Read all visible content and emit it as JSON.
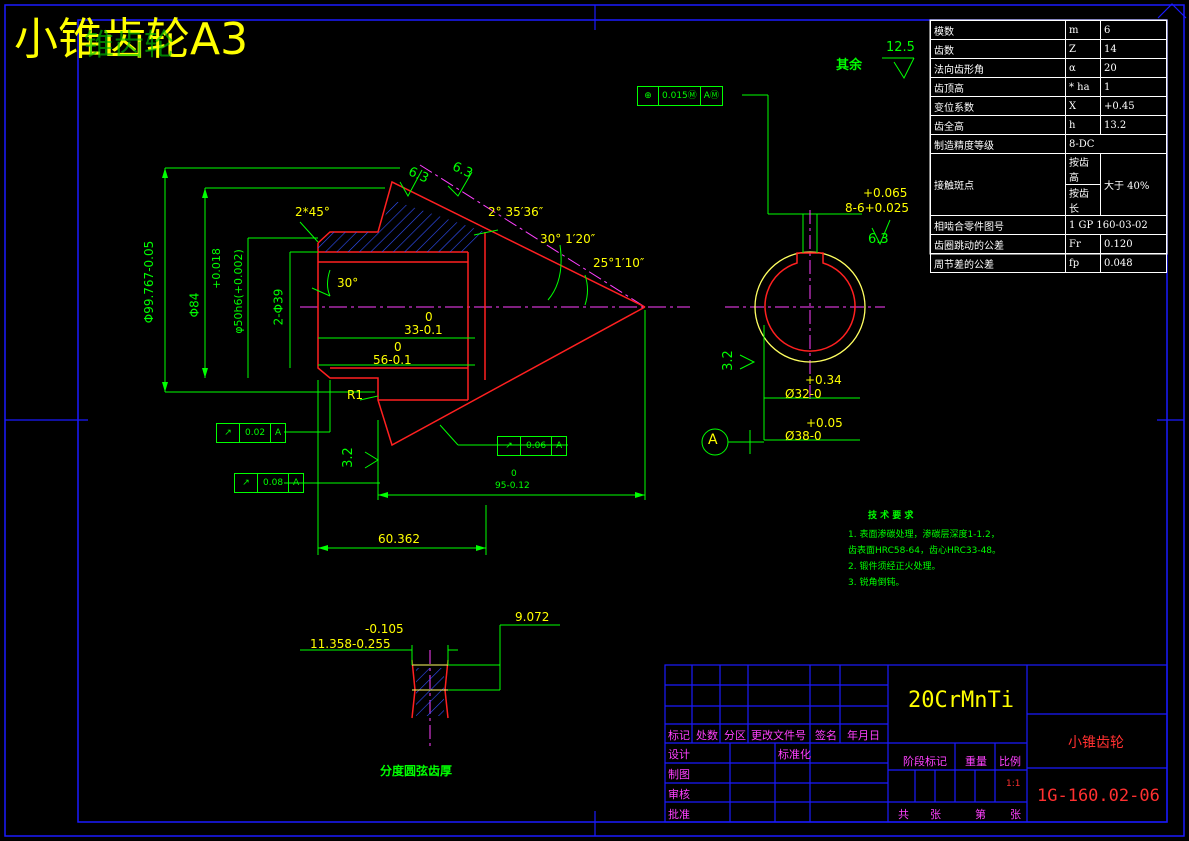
{
  "sheet": {
    "title": "小锥齿轮A3",
    "ghost_title": "锥齿轮"
  },
  "roughness": {
    "others_label": "其余",
    "others_value": "12.5",
    "face": "6.3",
    "face2": "6.3",
    "bore": "3.2",
    "back": "3.2",
    "keyway": "6.3"
  },
  "gear_table": [
    {
      "label": "模数",
      "symbol": "m",
      "value": "6"
    },
    {
      "label": "齿数",
      "symbol": "Z",
      "value": "14"
    },
    {
      "label": "法向齿形角",
      "symbol": "α",
      "value": "20"
    },
    {
      "label": "齿顶高",
      "symbol": "* ha",
      "value": "1"
    },
    {
      "label": "变位系数",
      "symbol": "X",
      "value": "+0.45"
    },
    {
      "label": "齿全高",
      "symbol": "h",
      "value": "13.2"
    },
    {
      "label": "制造精度等级",
      "symbol": "8-DC",
      "value": ""
    },
    {
      "label": "接触斑点",
      "symbol": "按齿高",
      "symbol2": "按齿长",
      "value": "大于 40%"
    },
    {
      "label": "相啮合零件图号",
      "symbol": "1 GP 160-03-02",
      "value": ""
    },
    {
      "label": "齿圈跳动的公差",
      "symbol": "Fr",
      "value": "0.120"
    },
    {
      "label": "周节差的公差",
      "symbol": "fp",
      "value": "0.048"
    }
  ],
  "dims": {
    "chamfer": "2*45°",
    "angle_top": "2° 35′36″",
    "angle_mid": "30° 1′20″",
    "angle_low": "25°1′10″",
    "angle_30": "30°",
    "d_outer": "Φ99.767-0.05",
    "d_84": "Φ84",
    "d_50": "Φ50h6(+0.018/+0.002)",
    "d_50_top": "+0.018",
    "d_50_main": "φ50h6(+0.002)",
    "d_39": "2-Φ39",
    "len_33_top": "0",
    "len_33": "33-0.1",
    "len_56_top": "0",
    "len_56": "56-0.1",
    "r1": "R1",
    "len_95_top": "0",
    "len_95": "95-0.12",
    "len_60": "60.362",
    "key_width_top": "+0.065",
    "key_width": "8-6+0.025",
    "bore_tol_top": "+0.34",
    "bore": "Ø32-0",
    "bore38_top": "+0.05",
    "bore38": "Ø38-0",
    "datum": "A",
    "chord_top": "-0.105",
    "chord": "11.358-0.255",
    "chord_h": "9.072",
    "chord_caption": "分度圆弦齿厚"
  },
  "fcf": {
    "pos_tol": "0.015",
    "pos_mod": "M",
    "pos_datum": "A",
    "run1": "0.02",
    "run1_datum": "A",
    "run2": "0.06",
    "run2_datum": "A",
    "run3": "0.08",
    "run3_datum": "A"
  },
  "notes": {
    "heading": "技 术 要 求",
    "lines": [
      "1. 表面渗碳处理，渗碳层深度1-1.2，",
      "齿表面HRC58-64，齿心HRC33-48。",
      "2. 锻件须经正火处理。",
      "3. 锐角倒钝。"
    ]
  },
  "title_block": {
    "material": "20CrMnTi",
    "part_name": "小锥齿轮",
    "drawing_no": "1G-160.02-06",
    "scale": "1:1",
    "row_headers": [
      "标记",
      "处数",
      "分区",
      "更改文件号",
      "签名",
      "年月日"
    ],
    "design": "设计",
    "standardize": "标准化",
    "drawing": "制图",
    "review": "审核",
    "approve": "批准",
    "stage_mark": "阶段标记",
    "weight": "重量",
    "scale_label": "比例",
    "total": "共",
    "sheets": "张",
    "sheet_no": "第",
    "sheets2": "张"
  }
}
